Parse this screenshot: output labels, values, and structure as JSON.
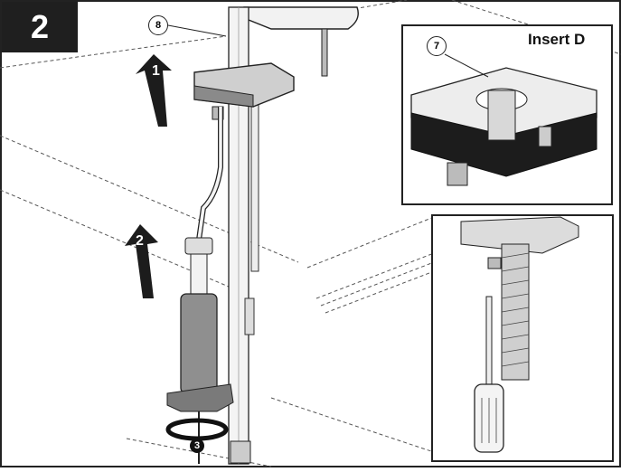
{
  "step": {
    "number": "2"
  },
  "callouts": {
    "c8": "8",
    "c7": "7"
  },
  "insert": {
    "title": "Insert D"
  },
  "arrows": {
    "a1": "1",
    "a2": "2",
    "a3": "3"
  },
  "colors": {
    "frame": "#222222",
    "badge": "#1f1f1f",
    "part_dark": "#1c1c1c",
    "part_grey": "#8a8a8a"
  }
}
